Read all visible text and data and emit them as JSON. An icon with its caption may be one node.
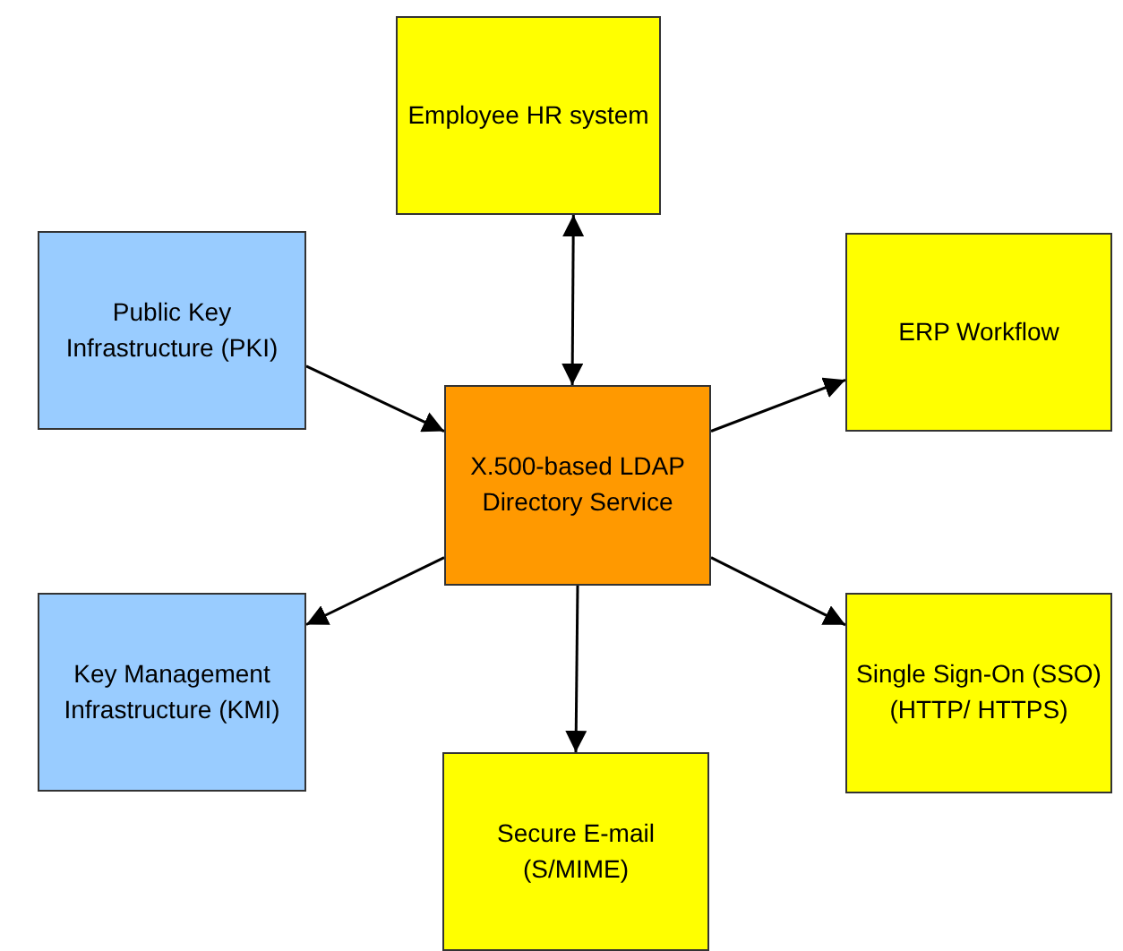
{
  "diagram": {
    "nodes": [
      {
        "text": [
          "Employee HR system"
        ]
      },
      {
        "text": [
          "Public Key Infrastructure (PKI)"
        ]
      },
      {
        "text": [
          "ERP Workflow"
        ]
      },
      {
        "text": [
          "X.500-based LDAP Directory Service"
        ]
      },
      {
        "text": [
          "Key Management Infrastructure (KMI)"
        ]
      },
      {
        "text": [
          "Single Sign-On (SSO) (HTTP/ HTTPS)"
        ]
      },
      {
        "text": [
          "Secure E-mail (S/MIME)"
        ]
      }
    ],
    "edges": [
      {
        "from": 0,
        "to": 3,
        "arrow": "both"
      },
      {
        "from": 1,
        "to": 3,
        "arrow": "to"
      },
      {
        "from": 3,
        "to": 2,
        "arrow": "to"
      },
      {
        "from": 3,
        "to": 4,
        "arrow": "to"
      },
      {
        "from": 3,
        "to": 5,
        "arrow": "to"
      },
      {
        "from": 3,
        "to": 6,
        "arrow": "to"
      }
    ]
  }
}
